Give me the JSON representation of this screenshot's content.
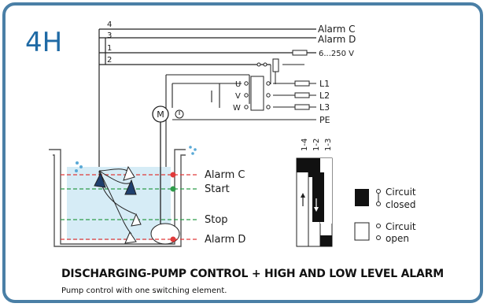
{
  "code": "4H",
  "wires": {
    "n4": "4",
    "n3": "3",
    "n1": "1",
    "n2": "2",
    "alarm_c": "Alarm C",
    "alarm_d": "Alarm D",
    "voltage": "6...250 V",
    "l1": "L1",
    "l2": "L2",
    "l3": "L3",
    "pe": "PE"
  },
  "motor": {
    "symbol": "M",
    "u": "U",
    "v": "V",
    "w": "W"
  },
  "levels": {
    "alarm_c": "Alarm C",
    "start": "Start",
    "stop": "Stop",
    "alarm_d": "Alarm D"
  },
  "switch_table": {
    "columns": [
      "1-4",
      "1-2",
      "1-3"
    ]
  },
  "legend": {
    "closed_l1": "Circuit",
    "closed_l2": "closed",
    "open_l1": "Circuit",
    "open_l2": "open"
  },
  "title": "DISCHARGING-PUMP CONTROL + HIGH AND LOW LEVEL ALARM",
  "subtitle": "Pump control with one switching element.",
  "colors": {
    "accent": "#1f6aa5",
    "water": "#d6ecf6",
    "alarm_line": "#e03b3b",
    "pump_line": "#2e9c4a",
    "tank_wall": "#5a5a5a"
  }
}
